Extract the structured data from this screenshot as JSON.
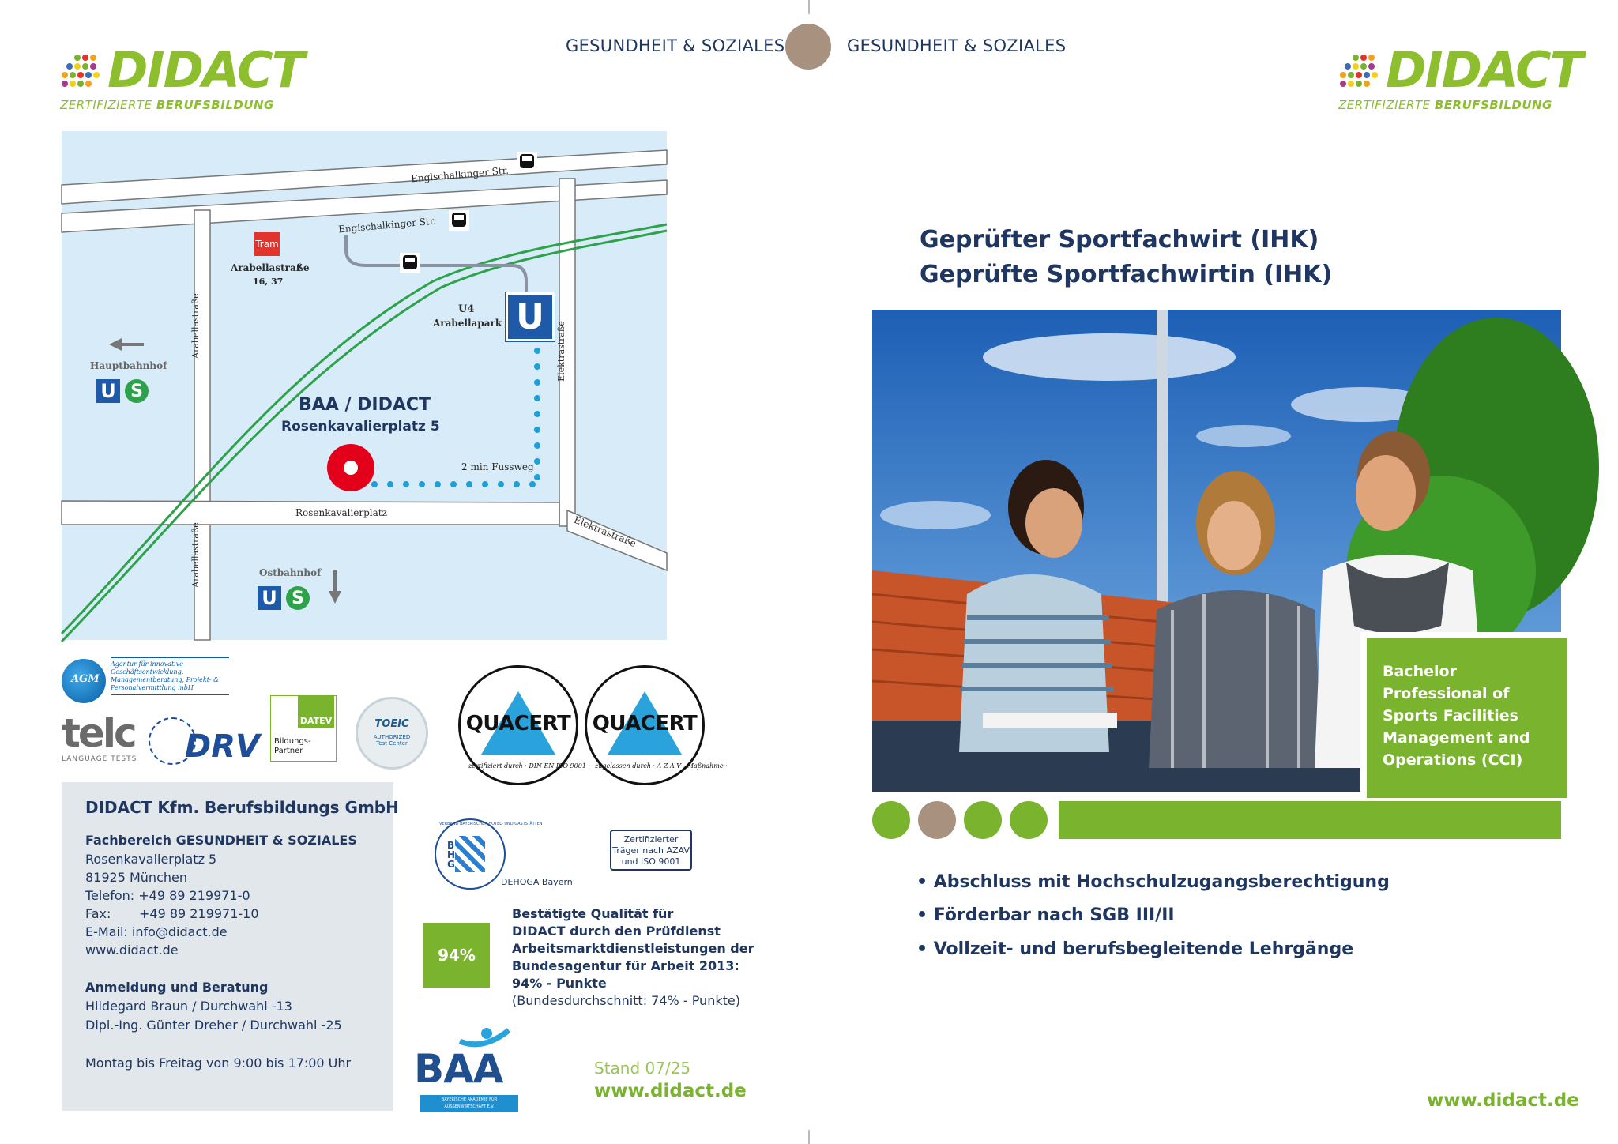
{
  "header": {
    "left_label": "GESUNDHEIT & SOZIALES",
    "right_label": "GESUNDHEIT & SOZIALES"
  },
  "logo": {
    "name": "DIDACT",
    "tagline_prefix": "ZERTIFIZIERTE",
    "tagline_bold": "BERUFSBILDUNG"
  },
  "map": {
    "street_englschalking_1": "Englschalkinger Str.",
    "street_englschalking_2": "Englschalkinger Str.",
    "tram_label": "Tram",
    "tram_stop": "Arabellastraße",
    "tram_lines": "16, 37",
    "u4_line": "U4",
    "u4_stop": "Arabellapark",
    "u_letter": "U",
    "s_letter": "S",
    "hauptbahnhof": "Hauptbahnhof",
    "ostbahnhof": "Ostbahnhof",
    "arabella_vertical": "Arabellastraße",
    "arabella_vertical_2": "Arabellastraße",
    "elektra_vertical": "Elektrastraße",
    "elektra_diag": "Elektrastraße",
    "rosenkavalier_street": "Rosenkavalierplatz",
    "walk": "2 min Fussweg",
    "baa_title": "BAA / DIDACT",
    "baa_address": "Rosenkavalierplatz 5"
  },
  "partners": {
    "agm_text": "Agentur für innovative Geschäftsentwicklung, Managementberatung, Projekt- & Personalvermittlung mbH",
    "agm_short": "AGM",
    "telc": "telc",
    "telc_sub": "LANGUAGE TESTS",
    "drv": "DRV",
    "datev": "DATEV",
    "datev_sub": "Bildungs-Partner",
    "toeic": "TOEIC",
    "toeic_sub": "AUTHORIZED Test Center",
    "quacert": "QUACERT",
    "quacert1_ring": "zertifiziert durch · DIN EN ISO 9001 ·",
    "quacert2_ring": "zugelassen durch · A Z A V - Maßnahme ·",
    "bhg_letters": "BHG",
    "bhg_ring": "VERBAND BAYERISCHER HOTEL- UND GASTSTÄTTEN",
    "dehoga": "DEHOGA Bayern",
    "azav_box": [
      "Zertifizierter",
      "Träger nach AZAV",
      "und ISO 9001"
    ],
    "baa_logo": "BAA",
    "baa_logo_sub": "BAYERISCHE AKADEMIE FÜR AUSSENWIRTSCHAFT E.V."
  },
  "quality": {
    "percent": "94%",
    "lines": [
      "Bestätigte Qualität für",
      "DIDACT durch den Prüfdienst",
      "Arbeitsmarktdienstleistungen der",
      "Bundesagentur für Arbeit 2013:",
      "94% - Punkte"
    ],
    "note": "(Bundesdurchschnitt: 74% - Punkte)"
  },
  "contact": {
    "company": "DIDACT Kfm. Berufsbildungs GmbH",
    "dept": "Fachbereich GESUNDHEIT & SOZIALES",
    "street": "Rosenkavalierplatz 5",
    "city": "81925 München",
    "phone_label": "Telefon:",
    "phone": "+49 89 219971-0",
    "fax_label": "Fax:",
    "fax": "+49 89 219971-10",
    "email_label": "E-Mail:",
    "email": "info@didact.de",
    "web": "www.didact.de",
    "reg_title": "Anmeldung und Beratung",
    "reg_1": "Hildegard Braun / Durchwahl -13",
    "reg_2": "Dipl.-Ing. Günter Dreher / Durchwahl -25",
    "hours": "Montag bis Freitag von 9:00 bis 17:00 Uhr"
  },
  "footer_left": {
    "stand": "Stand 07/25",
    "url": "www.didact.de"
  },
  "course": {
    "title_1": "Geprüfter Sportfachwirt (IHK)",
    "title_2": "Geprüfte Sportfachwirtin (IHK)",
    "badge_lines": [
      "Bachelor",
      "Professional of",
      "Sports Facilities",
      "Management and",
      "Operations (CCI)"
    ],
    "bullets": [
      "Abschluss mit Hochschulzugangsberechtigung",
      "Förderbar nach SGB III/II",
      "Vollzeit- und berufsbegleitende Lehrgänge"
    ]
  },
  "footer_right": {
    "url": "www.didact.de"
  },
  "colors": {
    "green": "#7ab32e",
    "navy": "#1f3760",
    "taupe": "#a8917e",
    "map_bg": "#d7ecf8",
    "contact_bg": "#e2e7ec"
  }
}
